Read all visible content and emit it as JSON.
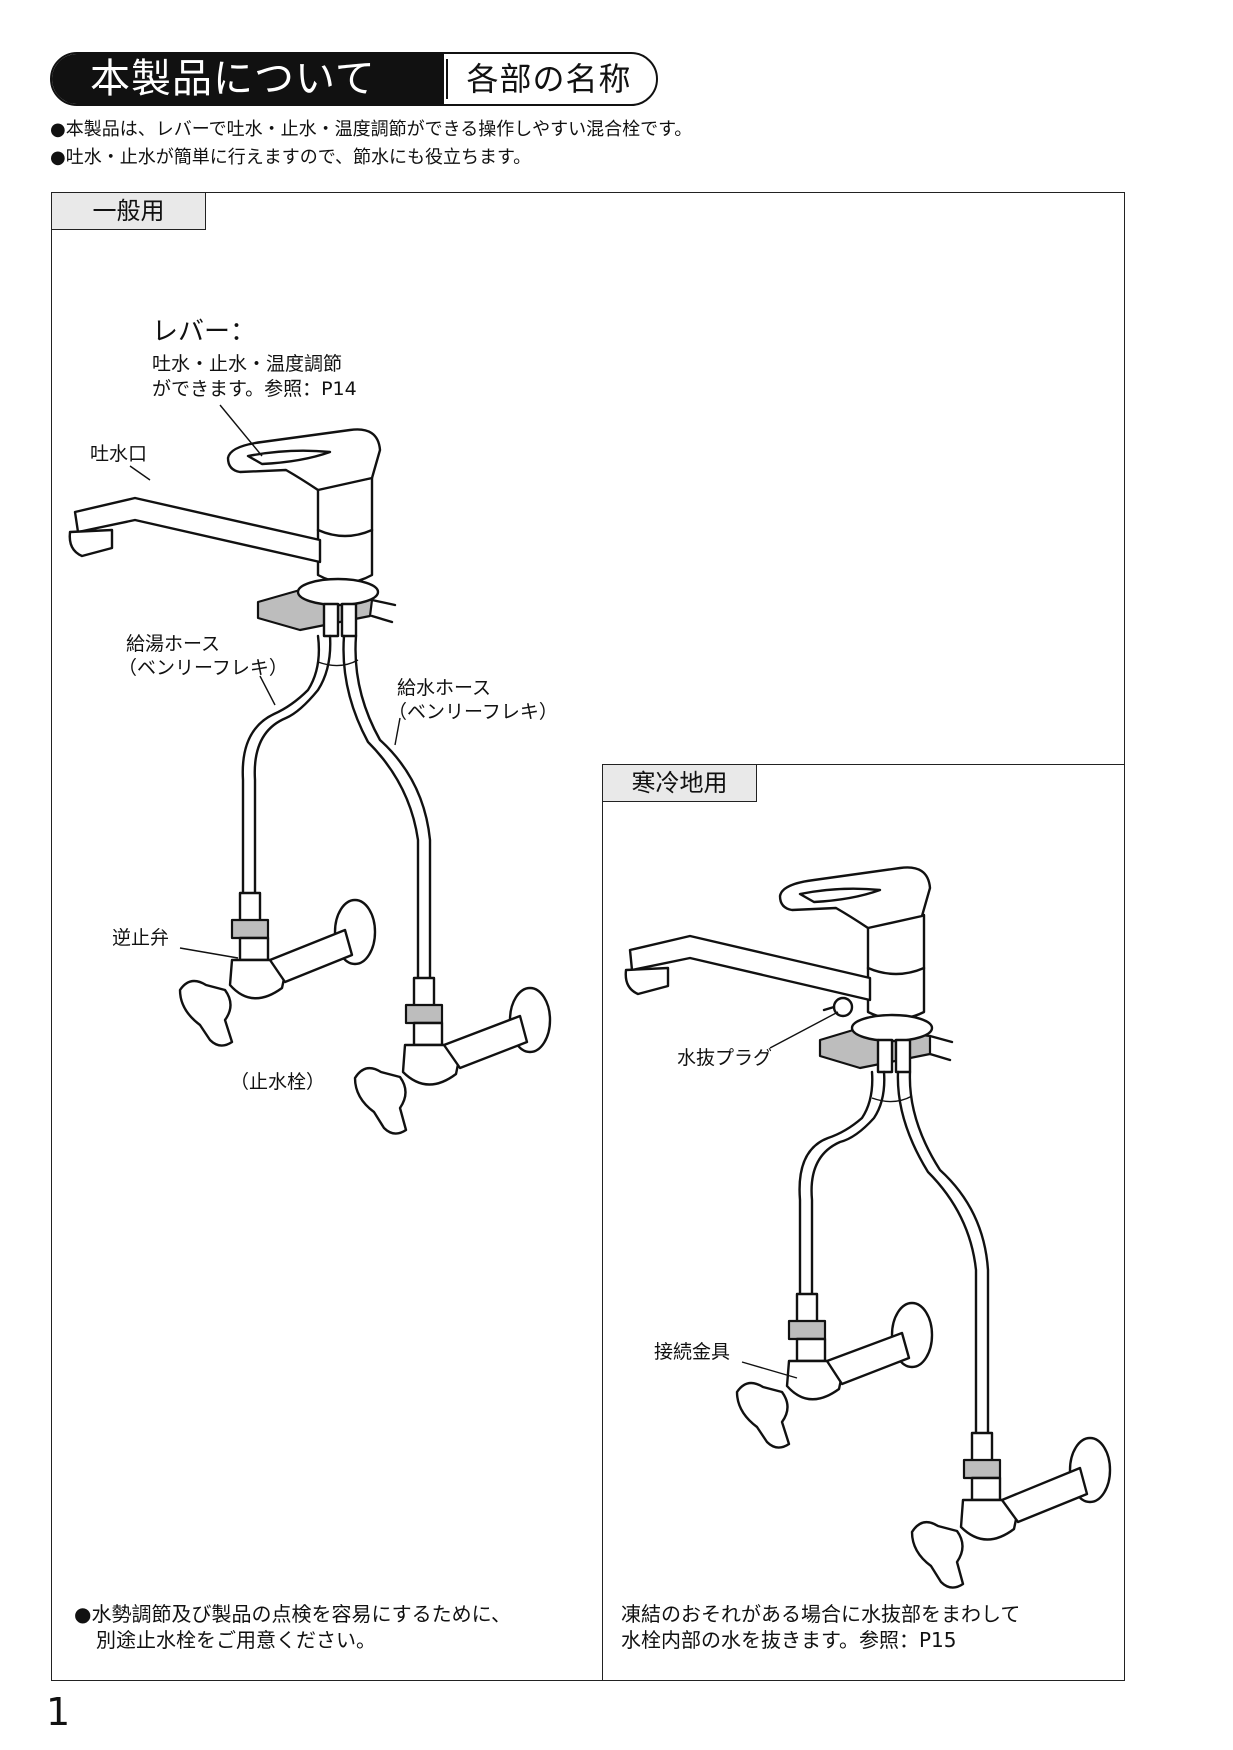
{
  "header": {
    "title": "本製品について",
    "subtitle": "各部の名称"
  },
  "intro": {
    "line1": "●本製品は、レバーで吐水・止水・温度調節ができる操作しやすい混合栓です。",
    "line2": "●吐水・止水が簡単に行えますので、節水にも役立ちます。"
  },
  "general": {
    "tab_label": "一般用",
    "lever_title": "レバー：",
    "lever_desc1": "吐水・止水・温度調節",
    "lever_desc2": "ができます。参照：P14",
    "spout": "吐水口",
    "hot_hose1": "給湯ホース",
    "hot_hose2": "（ベンリーフレキ）",
    "cold_hose1": "給水ホース",
    "cold_hose2": "（ベンリーフレキ）",
    "check_valve": "逆止弁",
    "stop_valve": "（止水栓）",
    "note1": "●水勢調節及び製品の点検を容易にするために、",
    "note2": "別途止水栓をご用意ください。"
  },
  "cold_region": {
    "tab_label": "寒冷地用",
    "drain_plug": "水抜プラグ",
    "fitting": "接続金具",
    "note1": "凍結のおそれがある場合に水抜部をまわして",
    "note2": "水栓内部の水を抜きます。参照：P15"
  },
  "page_number": "1"
}
